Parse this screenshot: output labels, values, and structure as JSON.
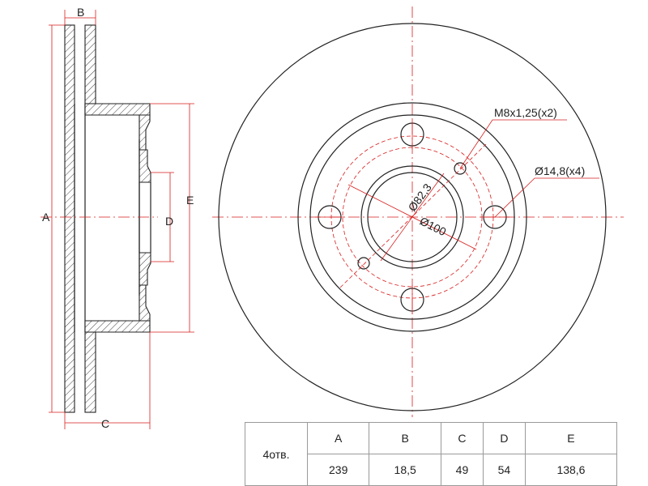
{
  "labels": {
    "A": "A",
    "B": "B",
    "C": "C",
    "D": "D",
    "E": "E",
    "thread": "M8x1,25(x2)",
    "bolt_hole": "Ø14,8(x4)",
    "pcd": "Ø100",
    "hub": "Ø82,3"
  },
  "table": {
    "row_label": "4отв.",
    "headers": [
      "A",
      "B",
      "C",
      "D",
      "E"
    ],
    "values": [
      "239",
      "18,5",
      "49",
      "54",
      "138,6"
    ]
  },
  "colors": {
    "dimension": "#d81e1e",
    "outline": "#222222",
    "grid": "#9a9a9a"
  }
}
